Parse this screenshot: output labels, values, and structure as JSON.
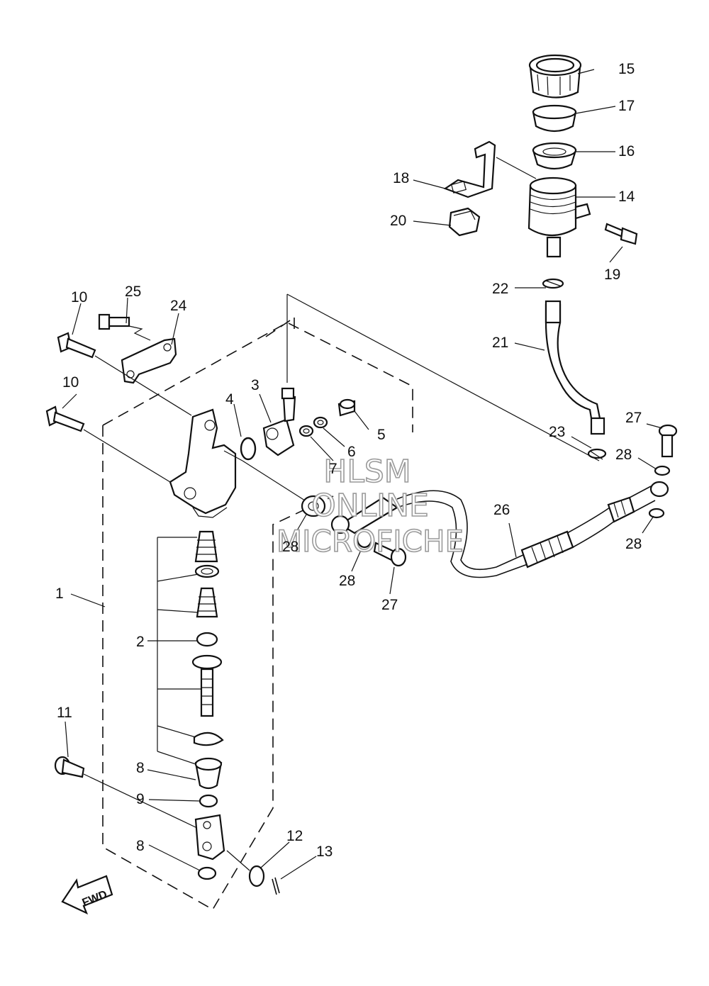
{
  "diagram": {
    "part_labels": [
      {
        "id": "p1",
        "text": "1"
      },
      {
        "id": "p2",
        "text": "2"
      },
      {
        "id": "p3",
        "text": "3"
      },
      {
        "id": "p4",
        "text": "4"
      },
      {
        "id": "p5",
        "text": "5"
      },
      {
        "id": "p6",
        "text": "6"
      },
      {
        "id": "p7",
        "text": "7"
      },
      {
        "id": "p8a",
        "text": "8"
      },
      {
        "id": "p8b",
        "text": "8"
      },
      {
        "id": "p9",
        "text": "9"
      },
      {
        "id": "p10a",
        "text": "10"
      },
      {
        "id": "p10b",
        "text": "10"
      },
      {
        "id": "p11",
        "text": "11"
      },
      {
        "id": "p12",
        "text": "12"
      },
      {
        "id": "p13",
        "text": "13"
      },
      {
        "id": "p14",
        "text": "14"
      },
      {
        "id": "p15",
        "text": "15"
      },
      {
        "id": "p16",
        "text": "16"
      },
      {
        "id": "p17",
        "text": "17"
      },
      {
        "id": "p18",
        "text": "18"
      },
      {
        "id": "p19",
        "text": "19"
      },
      {
        "id": "p20",
        "text": "20"
      },
      {
        "id": "p21",
        "text": "21"
      },
      {
        "id": "p22",
        "text": "22"
      },
      {
        "id": "p23",
        "text": "23"
      },
      {
        "id": "p24",
        "text": "24"
      },
      {
        "id": "p25",
        "text": "25"
      },
      {
        "id": "p26",
        "text": "26"
      },
      {
        "id": "p27a",
        "text": "27"
      },
      {
        "id": "p27b",
        "text": "27"
      },
      {
        "id": "p28a",
        "text": "28"
      },
      {
        "id": "p28b",
        "text": "28"
      },
      {
        "id": "p28c",
        "text": "28"
      },
      {
        "id": "p28d",
        "text": "28"
      }
    ],
    "fwd_label": "FWD",
    "watermark": [
      "HLSM",
      "ONLINE",
      "MICROFICHE"
    ]
  }
}
